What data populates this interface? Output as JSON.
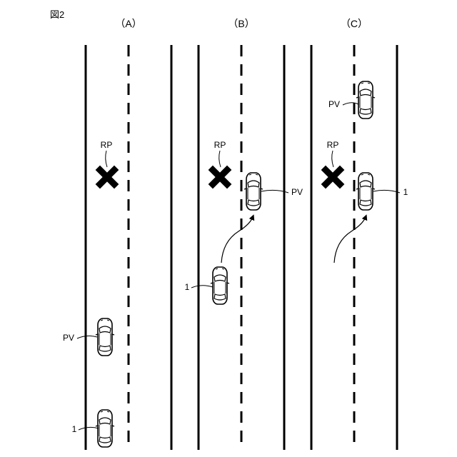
{
  "figure_label": "図2",
  "panels": [
    {
      "title": "（A）",
      "labels": {
        "rp": "RP",
        "pv": "PV",
        "ego": "1"
      }
    },
    {
      "title": "（B）",
      "labels": {
        "rp": "RP",
        "pv": "PV",
        "ego": "1"
      }
    },
    {
      "title": "（C）",
      "labels": {
        "rp": "RP",
        "pv": "PV",
        "ego": "1"
      }
    }
  ],
  "icons": {
    "rp_marker": "x-mark-icon",
    "vehicle": "car-top-view-icon",
    "trajectory": "curved-arrow-icon"
  }
}
